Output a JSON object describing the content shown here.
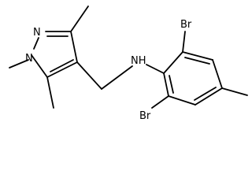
{
  "molecule": {
    "atoms": {
      "n_ring_1": "N",
      "n_ring_2": "N",
      "nh": "NH",
      "br_top": "Br",
      "br_bottom": "Br"
    }
  }
}
